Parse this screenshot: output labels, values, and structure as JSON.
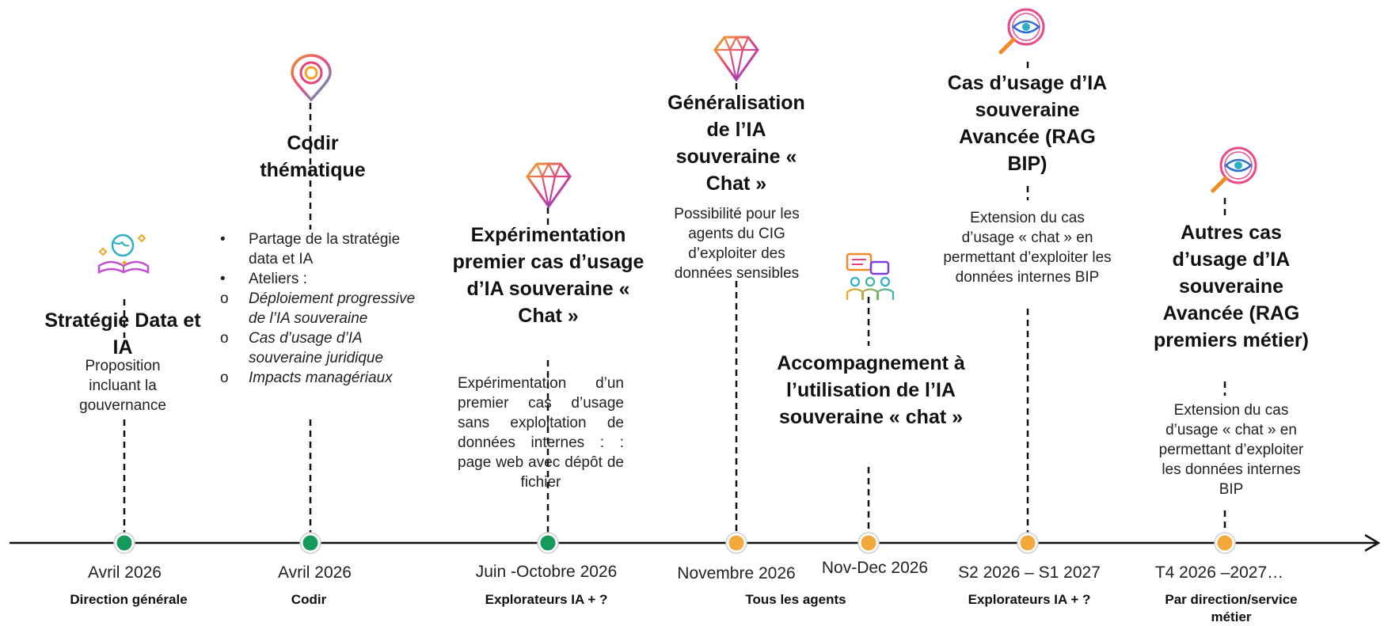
{
  "colors": {
    "green": "#169a5c",
    "orange": "#f2a93b",
    "axis": "#111111"
  },
  "milestones": [
    {
      "id": "strategie",
      "icon": "book-globe-icon",
      "title": "Stratégie Data et IA",
      "desc": "Proposition incluant la gouvernance",
      "date": "Avril  2026",
      "audience": "Direction générale",
      "status": "green"
    },
    {
      "id": "codir",
      "icon": "location-pin-icon",
      "title": "Codir thématique",
      "bullets": [
        {
          "mark": "•",
          "text": "Partage de la stratégie data et IA",
          "italic": false
        },
        {
          "mark": "•",
          "text": "Ateliers :",
          "italic": false
        },
        {
          "mark": "o",
          "text": "Déploiement progressive de l’IA souveraine",
          "italic": true
        },
        {
          "mark": "o",
          "text": "Cas d’usage  d’IA souveraine juridique",
          "italic": true
        },
        {
          "mark": "o",
          "text": "Impacts managériaux",
          "italic": true
        }
      ],
      "date": "Avril  2026",
      "audience": "Codir",
      "status": "green"
    },
    {
      "id": "experimentation",
      "icon": "diamond-icon",
      "title": "Expérimentation premier cas d’usage d’IA souveraine « Chat »",
      "desc": "Expérimentation  d’un premier cas d’usage sans exploitation  de données internes  :  : page web avec dépôt de fichier",
      "date": "Juin -Octobre 2026",
      "audience": "Explorateurs IA + ?",
      "status": "green"
    },
    {
      "id": "generalisation",
      "icon": "diamond-icon",
      "title": "Généralisation de l’IA souveraine « Chat »",
      "desc": "Possibilité  pour les agents du CIG d’exploiter  des données sensibles",
      "date": "Novembre 2026",
      "audience": "Tous les agents",
      "status": "orange"
    },
    {
      "id": "accompagnement",
      "icon": "team-chat-icon",
      "title": "Accompagnement à l’utilisation  de l’IA souveraine « chat »",
      "date": "Nov-Dec 2026",
      "status": "orange"
    },
    {
      "id": "rag-bip",
      "icon": "magnifier-eye-icon",
      "title": "Cas d’usage d’IA souveraine Avancée (RAG BIP)",
      "desc": "Extension du cas d’usage « chat » en permettant  d’exploiter les données internes BIP",
      "date": "S2 2026 – S1 2027",
      "audience": "Explorateurs IA + ?",
      "status": "orange"
    },
    {
      "id": "rag-metier",
      "icon": "magnifier-eye-icon",
      "title": "Autres cas d’usage d’IA souveraine Avancée (RAG premiers métier)",
      "desc": "Extension  du cas d’usage « chat » en permettant  d’exploiter les données internes BIP",
      "date": "T4 2026 –2027…",
      "audience": "Par direction/service métier",
      "status": "orange"
    }
  ]
}
